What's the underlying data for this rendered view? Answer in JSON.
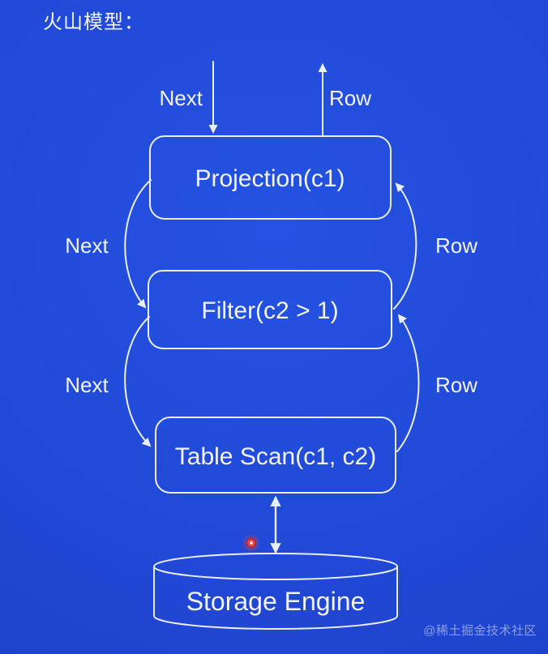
{
  "title": "火山模型：",
  "watermark": "@稀土掘金技术社区",
  "colors": {
    "background": "#2148d6",
    "background-light": "#2552e2",
    "background-dark": "#1c3ec2",
    "line": "#e9eefc",
    "text": "#f1f4fe",
    "cursor-red": "#e04444",
    "watermark-color": "rgba(225,233,252,0.55)"
  },
  "diagram": {
    "type": "flow-diagram",
    "nodes": [
      {
        "id": "projection",
        "label": "Projection(c1)",
        "shape": "rounded-rect"
      },
      {
        "id": "filter",
        "label": "Filter(c2 > 1)",
        "shape": "rounded-rect"
      },
      {
        "id": "table-scan",
        "label": "Table Scan(c1, c2)",
        "shape": "rounded-rect"
      },
      {
        "id": "storage-engine",
        "label": "Storage Engine",
        "shape": "cylinder"
      }
    ],
    "edges": [
      {
        "from": "caller",
        "to": "projection",
        "label": "Next",
        "direction": "down"
      },
      {
        "from": "projection",
        "to": "caller",
        "label": "Row",
        "direction": "up"
      },
      {
        "from": "projection",
        "to": "filter",
        "label": "Next",
        "direction": "down"
      },
      {
        "from": "filter",
        "to": "projection",
        "label": "Row",
        "direction": "up"
      },
      {
        "from": "filter",
        "to": "table-scan",
        "label": "Next",
        "direction": "down"
      },
      {
        "from": "table-scan",
        "to": "filter",
        "label": "Row",
        "direction": "up"
      },
      {
        "from": "table-scan",
        "to": "storage-engine",
        "label": "",
        "direction": "both"
      }
    ]
  }
}
